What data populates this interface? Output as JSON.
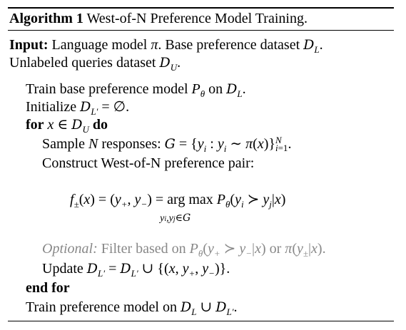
{
  "algorithm": {
    "label": "Algorithm 1",
    "title": "West-of-N Preference Model Training."
  },
  "input": {
    "keyword": "Input:",
    "line1": "Language model π. Base preference dataset D_L.",
    "line2": "Unlabeled queries dataset D_U."
  },
  "steps": {
    "train_base": "Train base preference model P_θ on D_L.",
    "initialize": "Initialize D_L′ = ∅.",
    "for_kw": "for",
    "for_cond": "x ∈ D_U",
    "do_kw": "do",
    "sample": "Sample N responses: G = {y_i : y_i ∼ π(x)}_{i=1}^{N}.",
    "construct": "Construct West-of-N preference pair:",
    "equation": "f±(x) = (y+, y−) = arg max_{y_i,y_j∈G} P_θ(y_i ≻ y_j|x)",
    "optional_kw": "Optional:",
    "optional_text": "Filter based on P_θ(y+ ≻ y−|x) or π(y±|x).",
    "update": "Update D_L′ = D_L′ ∪ {(x, y+, y−)}.",
    "end_for": "end for",
    "train_final": "Train preference model on D_L ∪ D_L′."
  }
}
